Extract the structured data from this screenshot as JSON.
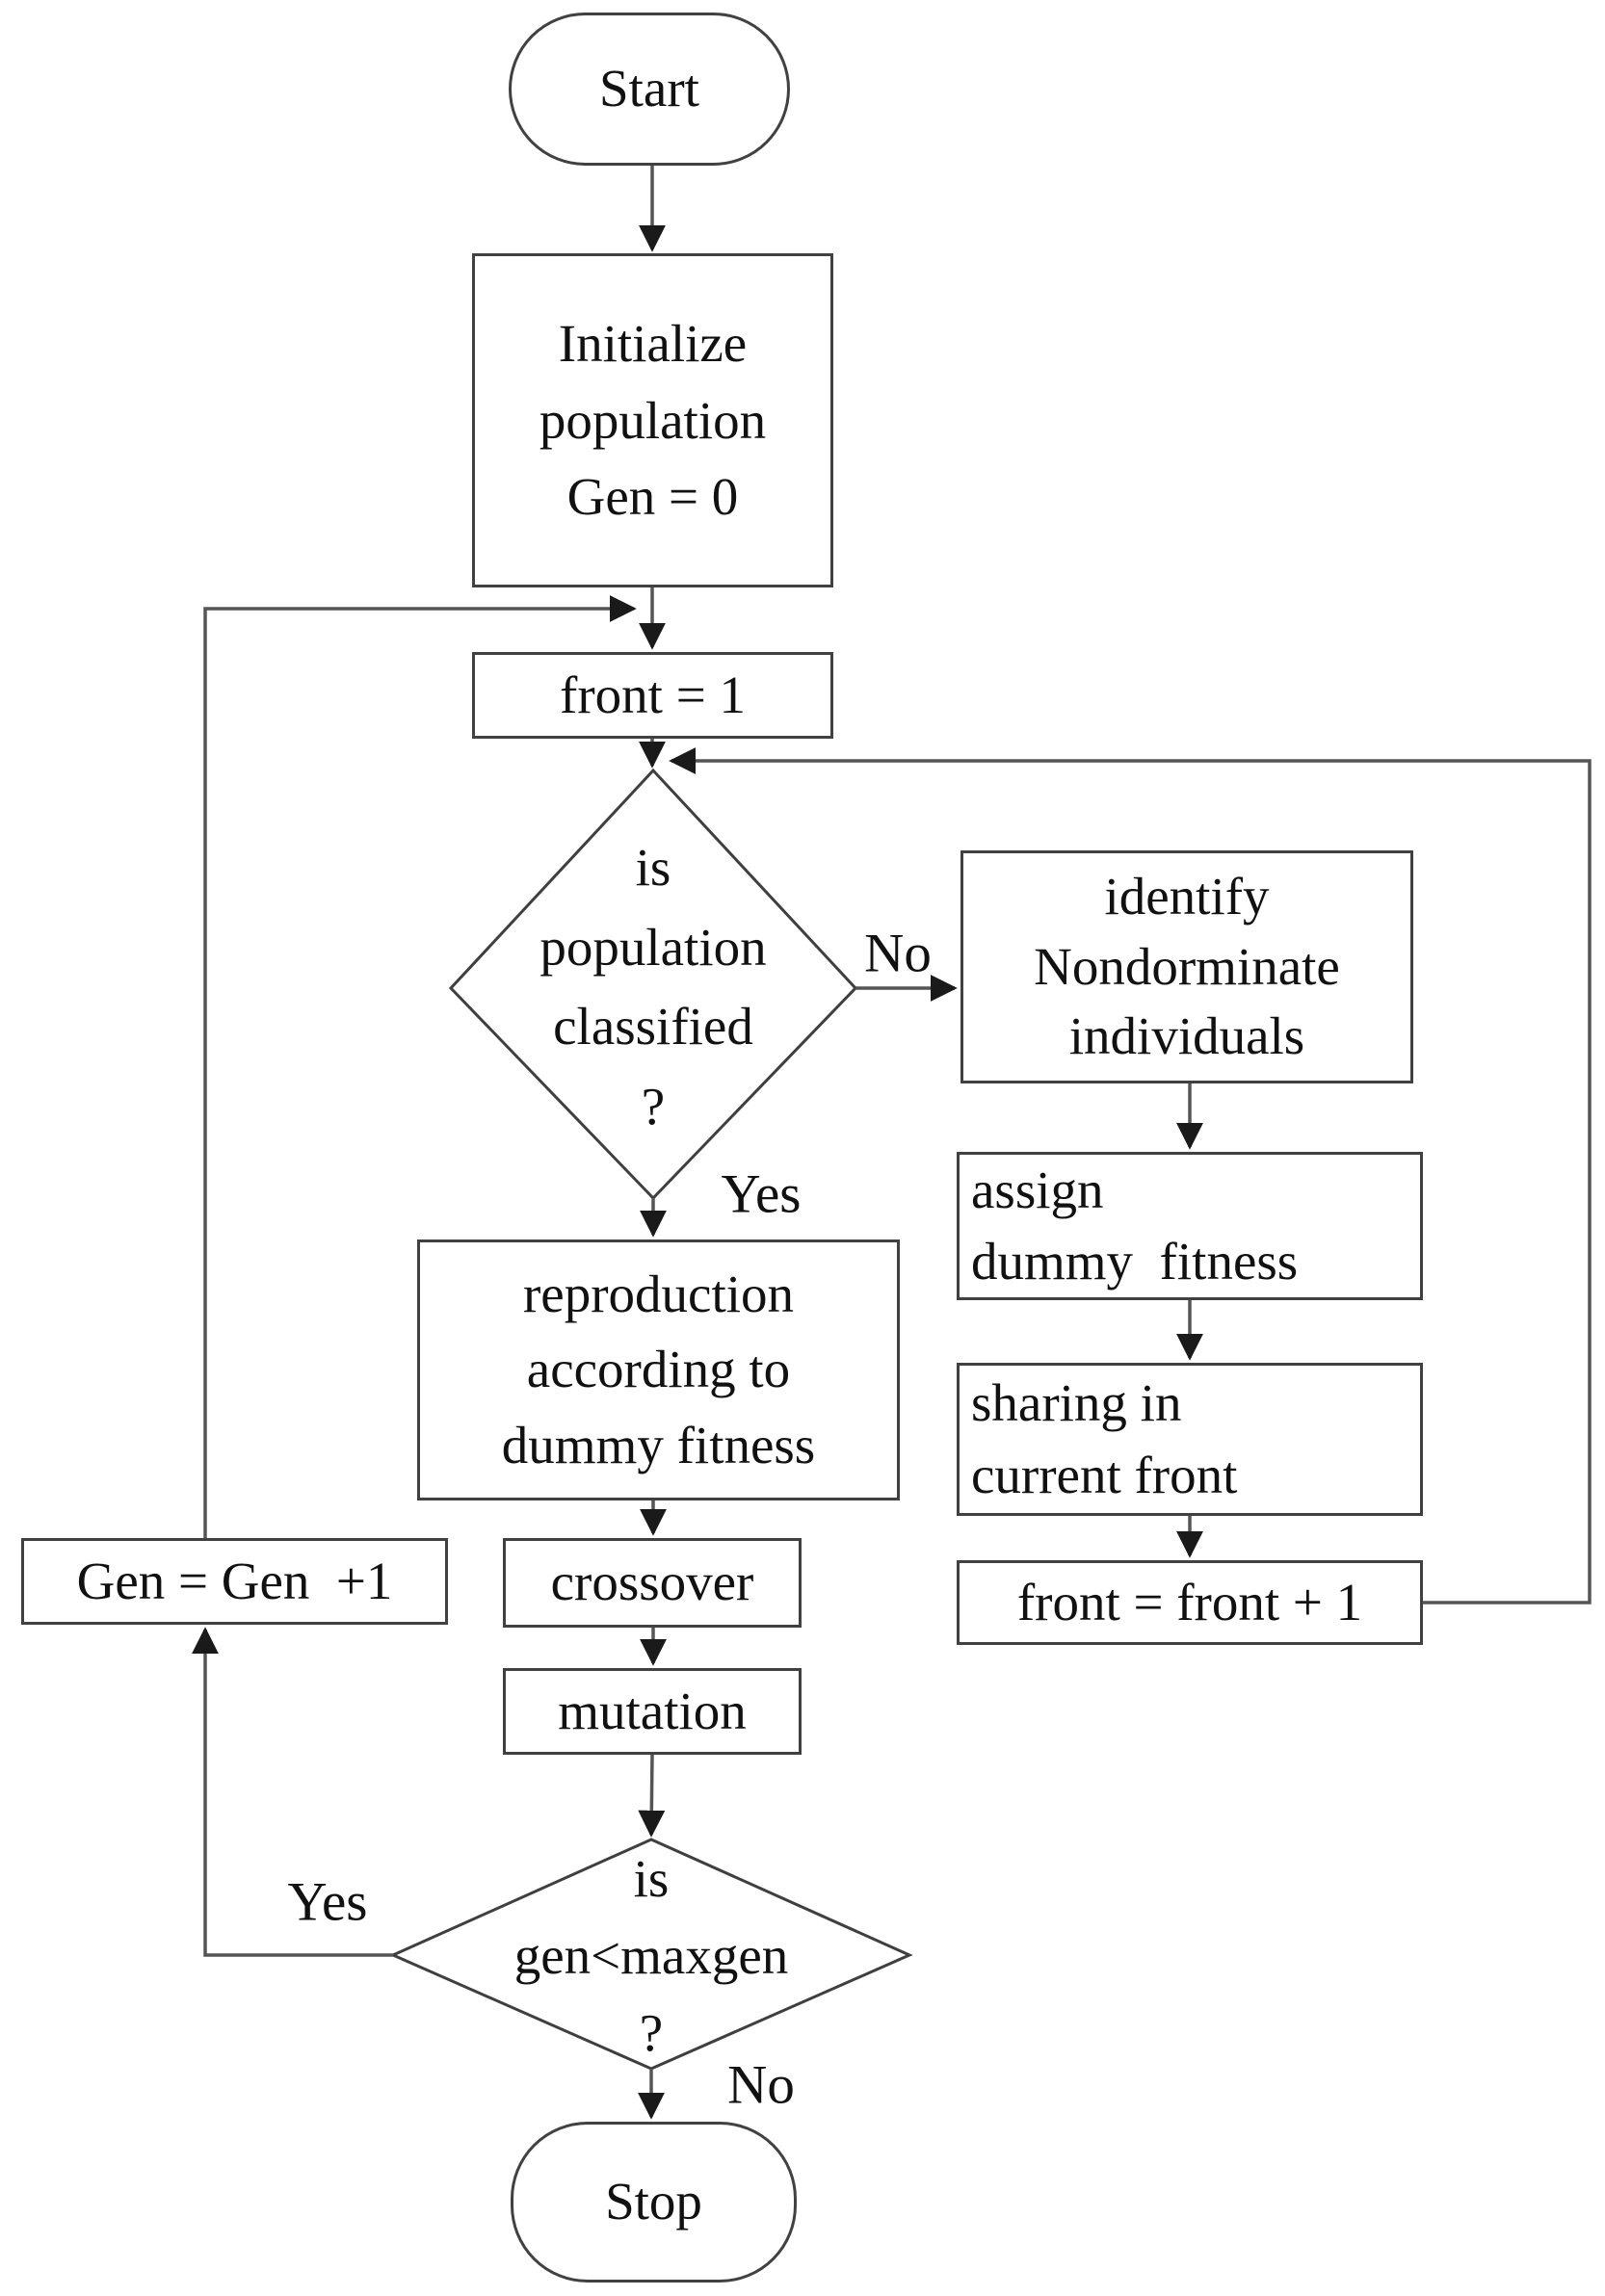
{
  "diagram": {
    "nodes": {
      "start": {
        "label": "Start"
      },
      "initialize": {
        "label": "Initialize\npopulation\nGen = 0"
      },
      "front_one": {
        "label": "front = 1"
      },
      "classify_decision": {
        "label": "is\npopulation\nclassified\n?"
      },
      "identify": {
        "label": "identify\nNondorminate\nindividuals"
      },
      "assign": {
        "label": "assign\ndummy  fitness"
      },
      "sharing": {
        "label": "sharing in\ncurrent front"
      },
      "front_inc": {
        "label": "front = front + 1"
      },
      "reproduction": {
        "label": "reproduction\naccording to\ndummy fitness"
      },
      "crossover": {
        "label": "crossover"
      },
      "mutation": {
        "label": "mutation"
      },
      "gen_decision": {
        "label": "is\ngen<maxgen\n?"
      },
      "gen_inc": {
        "label": "Gen = Gen  +1"
      },
      "stop": {
        "label": "Stop"
      }
    },
    "branch_labels": {
      "no_classify": "No",
      "yes_classify": "Yes",
      "yes_gen": "Yes",
      "no_gen": "No"
    },
    "colors": {
      "background": "#ffffff",
      "border": "#414141",
      "line": "#555555",
      "arrowhead": "#1a1a1a",
      "text": "#111111"
    }
  }
}
